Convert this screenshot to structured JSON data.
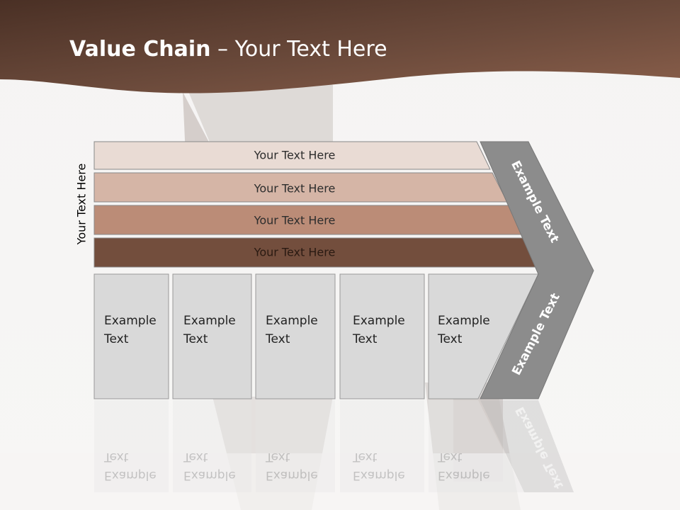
{
  "title": {
    "bold": "Value Chain",
    "rest": " – Your Text Here"
  },
  "side_label": "Your Text Here",
  "rows": [
    {
      "label": "Your Text Here"
    },
    {
      "label": "Your Text Here"
    },
    {
      "label": "Your Text Here"
    },
    {
      "label": "Your Text Here"
    }
  ],
  "cells": [
    {
      "line1": "Example",
      "line2": "Text"
    },
    {
      "line1": "Example",
      "line2": "Text"
    },
    {
      "line1": "Example",
      "line2": "Text"
    },
    {
      "line1": "Example",
      "line2": "Text"
    },
    {
      "line1": "Example",
      "line2": "Text"
    }
  ],
  "chevron": {
    "top": "Example Text",
    "bottom": "Example Text"
  },
  "colors": {
    "header": "#6b4737",
    "row1": "#e9dbd4",
    "row2": "#d5b5a6",
    "row3": "#bb8c77",
    "row4": "#734e3d",
    "cell": "#d9d9d9",
    "chevron": "#8c8c8c"
  }
}
